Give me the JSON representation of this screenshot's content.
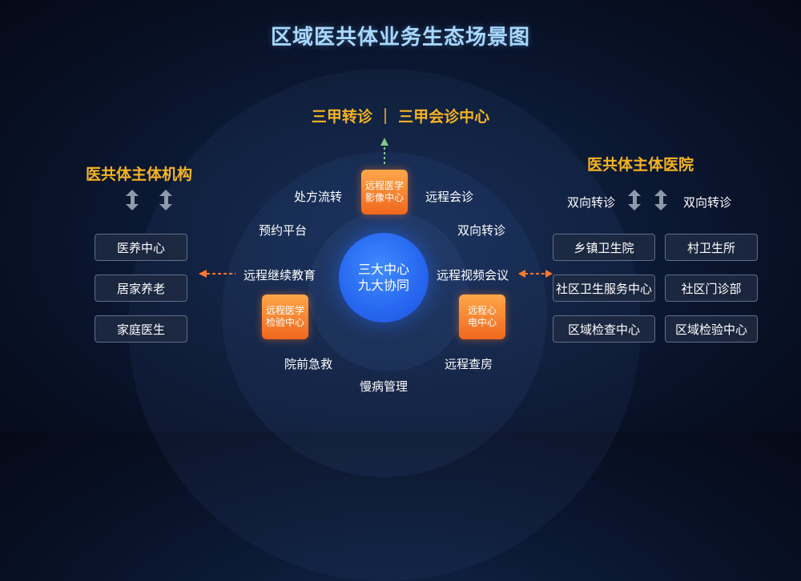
{
  "title": "区域医共体业务生态场景图",
  "top_heading": "三甲转诊 ｜ 三甲会诊中心",
  "center_hub": {
    "line1": "三大中心",
    "line2": "九大协同"
  },
  "centers": {
    "imaging": {
      "line1": "远程医学",
      "line2": "影像中心"
    },
    "lab": {
      "line1": "远程医学",
      "line2": "检验中心"
    },
    "ecg": {
      "line1": "远程心",
      "line2": "电中心"
    }
  },
  "synergies": {
    "prescription": "处方流转",
    "remote_consult": "远程会诊",
    "appointment": "预约平台",
    "two_way_top": "双向转诊",
    "education": "远程继续教育",
    "video_conference": "远程视频会议",
    "prehospital": "院前急救",
    "remote_rounds": "远程查房",
    "chronic": "慢病管理"
  },
  "left_panel": {
    "heading": "医共体主体机构",
    "items": [
      "医养中心",
      "居家养老",
      "家庭医生"
    ]
  },
  "right_panel": {
    "heading": "医共体主体医院",
    "referral_left": "双向转诊",
    "referral_right": "双向转诊",
    "items": [
      "乡镇卫生院",
      "村卫生所",
      "社区卫生服务中心",
      "社区门诊部",
      "区域检查中心",
      "区域检验中心"
    ]
  },
  "colors": {
    "accent_orange": "#f6b322",
    "hub_blue": "#2766f0",
    "box_orange": "#f0671e",
    "title_blue": "#a8d8ff"
  }
}
